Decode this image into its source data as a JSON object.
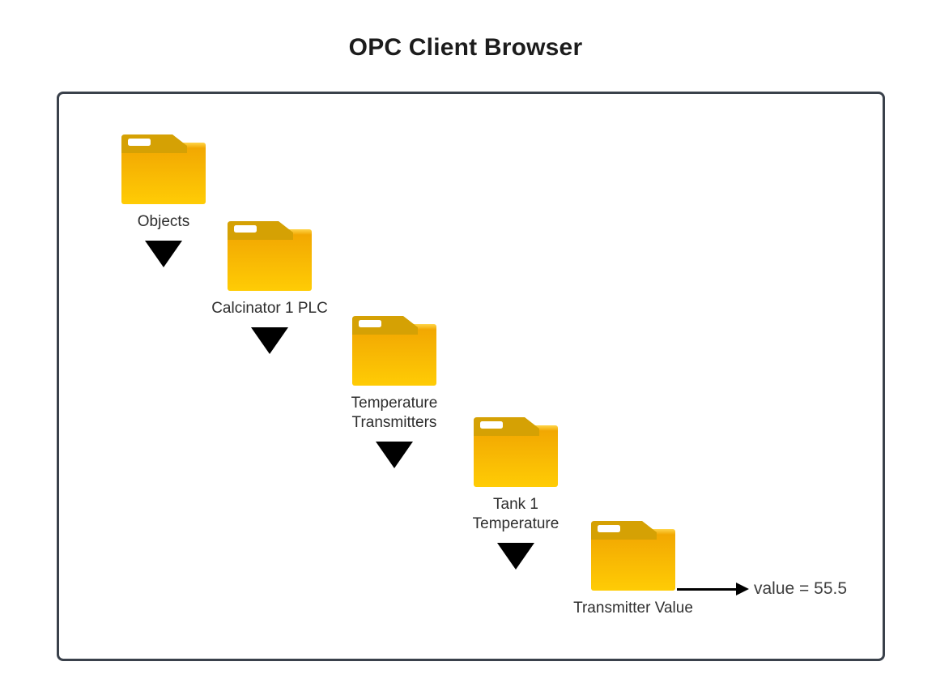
{
  "title": "OPC Client Browser",
  "tree": {
    "nodes": [
      {
        "label": "Objects"
      },
      {
        "label": "Calcinator 1 PLC"
      },
      {
        "label": "Temperature\nTransmitters"
      },
      {
        "label": "Tank 1\nTemperature"
      },
      {
        "label": "Transmitter Value"
      }
    ],
    "value_annotation": "value = 55.5"
  },
  "icons": {
    "folder": "yellow-folder-icon",
    "expand_indicator": "down-triangle-icon",
    "value_pointer": "right-arrow-icon"
  },
  "colors": {
    "panel_border": "#3a414b",
    "folder_tab": "#d5a104",
    "folder_body_top": "#f2a802",
    "folder_body_bottom": "#ffcc05",
    "arrow_black": "#000000",
    "title_text": "#1c1c1c",
    "label_text": "#2e2e2e",
    "value_text": "#3e3e3e"
  }
}
